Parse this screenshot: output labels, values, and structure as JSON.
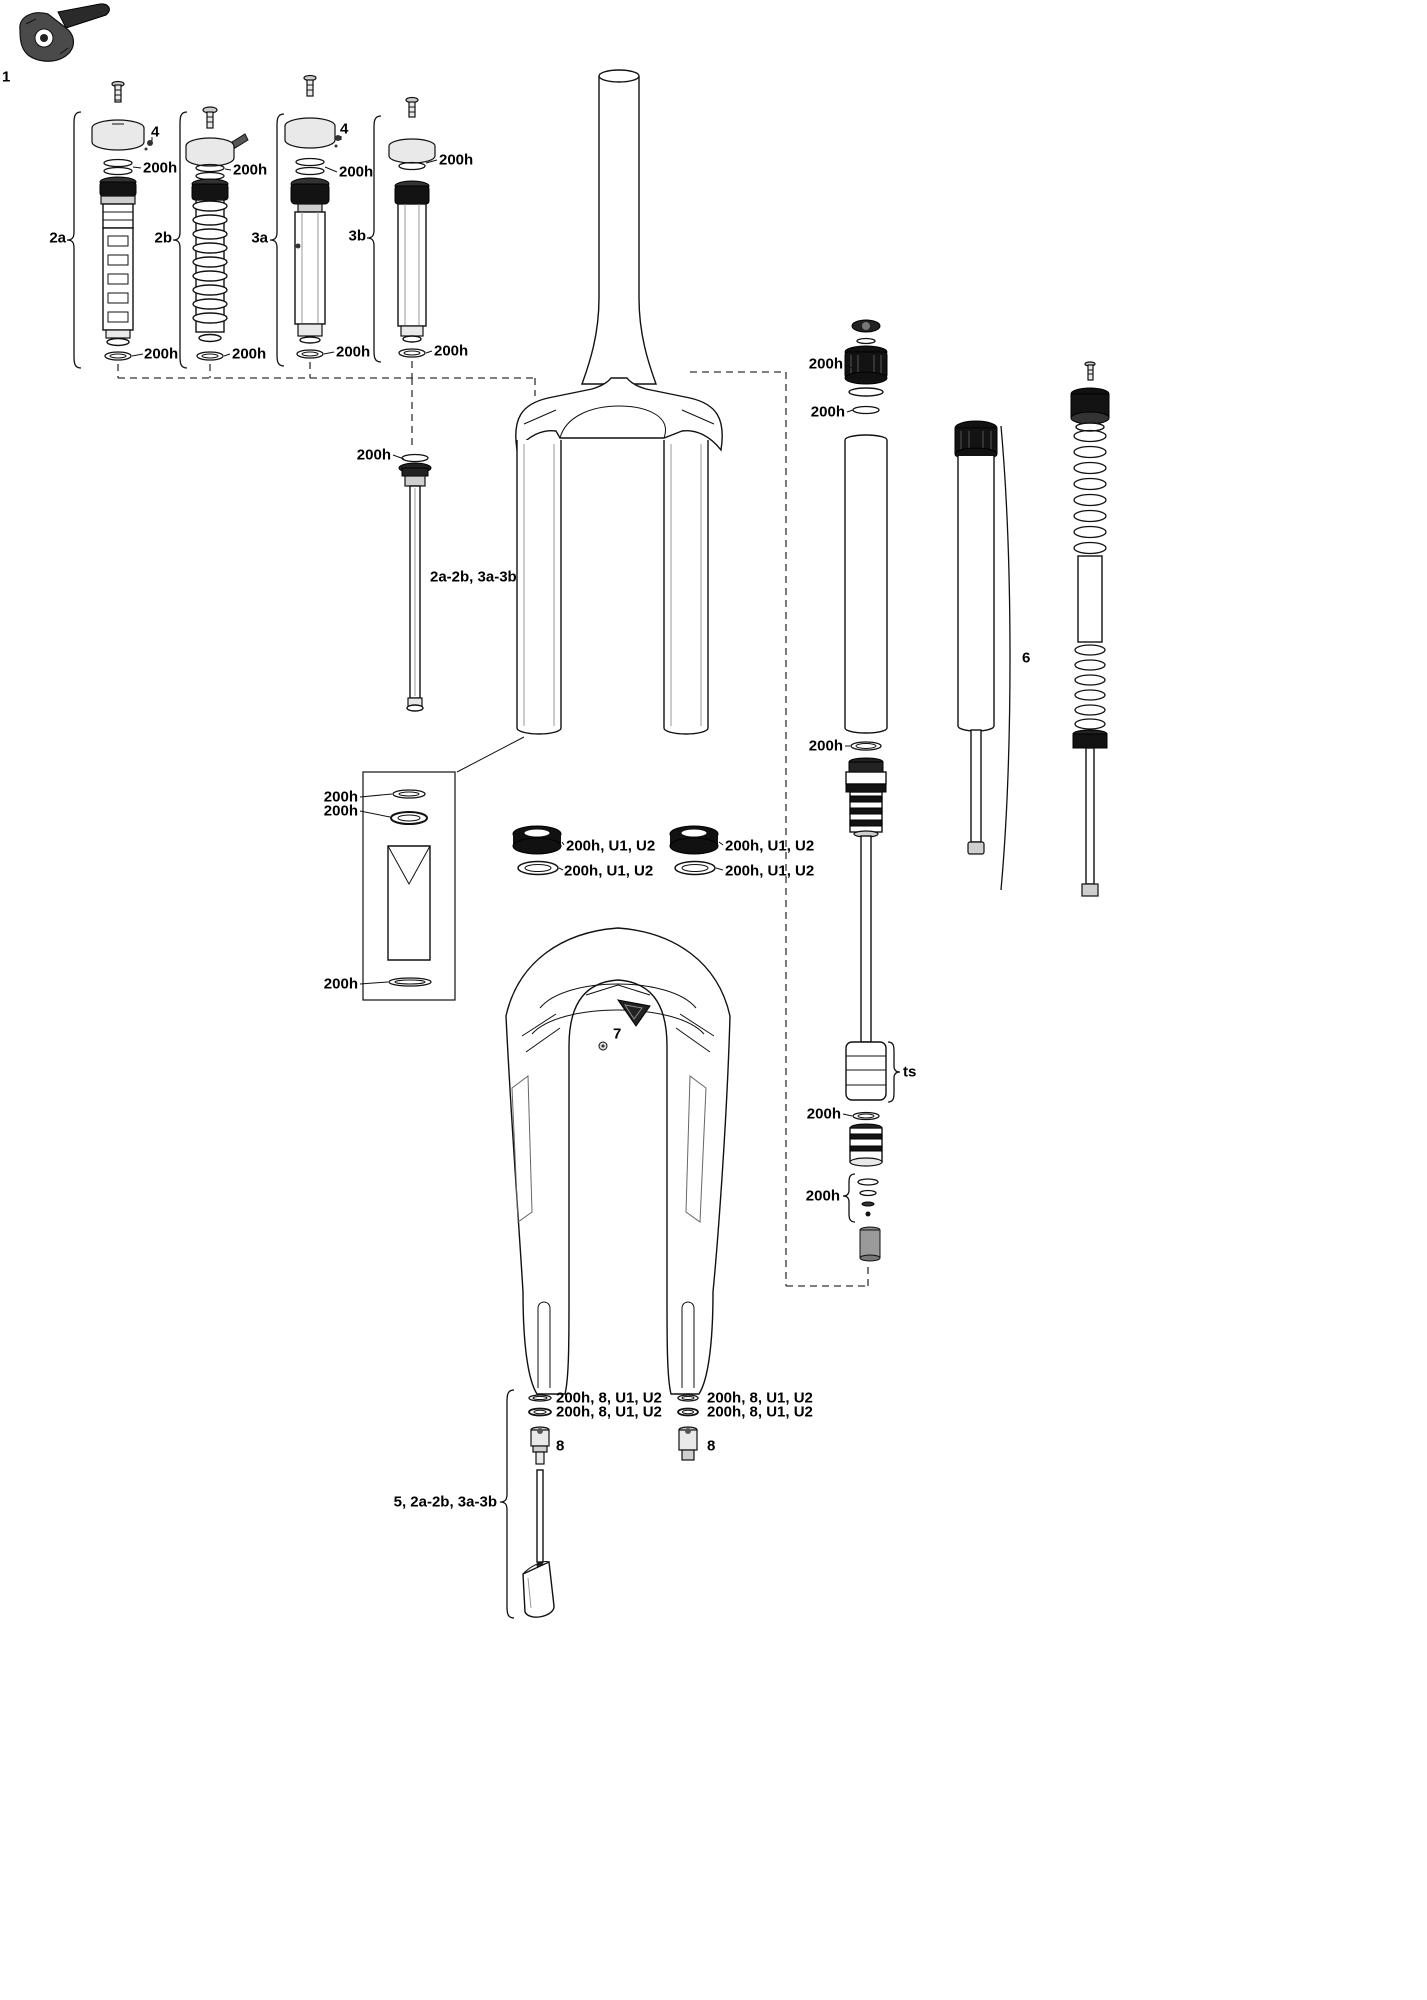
{
  "colors": {
    "background": "#ffffff",
    "line": "#111111"
  },
  "labels": {
    "remote": "1",
    "group_2a": "2a",
    "group_2b": "2b",
    "group_3a": "3a",
    "group_3b": "3b",
    "part_4": "4",
    "service_200h": "200h",
    "shaft_group": "2a-2b, 3a-3b",
    "group_6": "6",
    "tokens": "ts",
    "part_7": "7",
    "dust_seal": "200h, U1, U2",
    "foot_seal": "200h, 8, U1, U2",
    "part_8": "8",
    "rebound_group": "5, 2a-2b, 3a-3b"
  }
}
